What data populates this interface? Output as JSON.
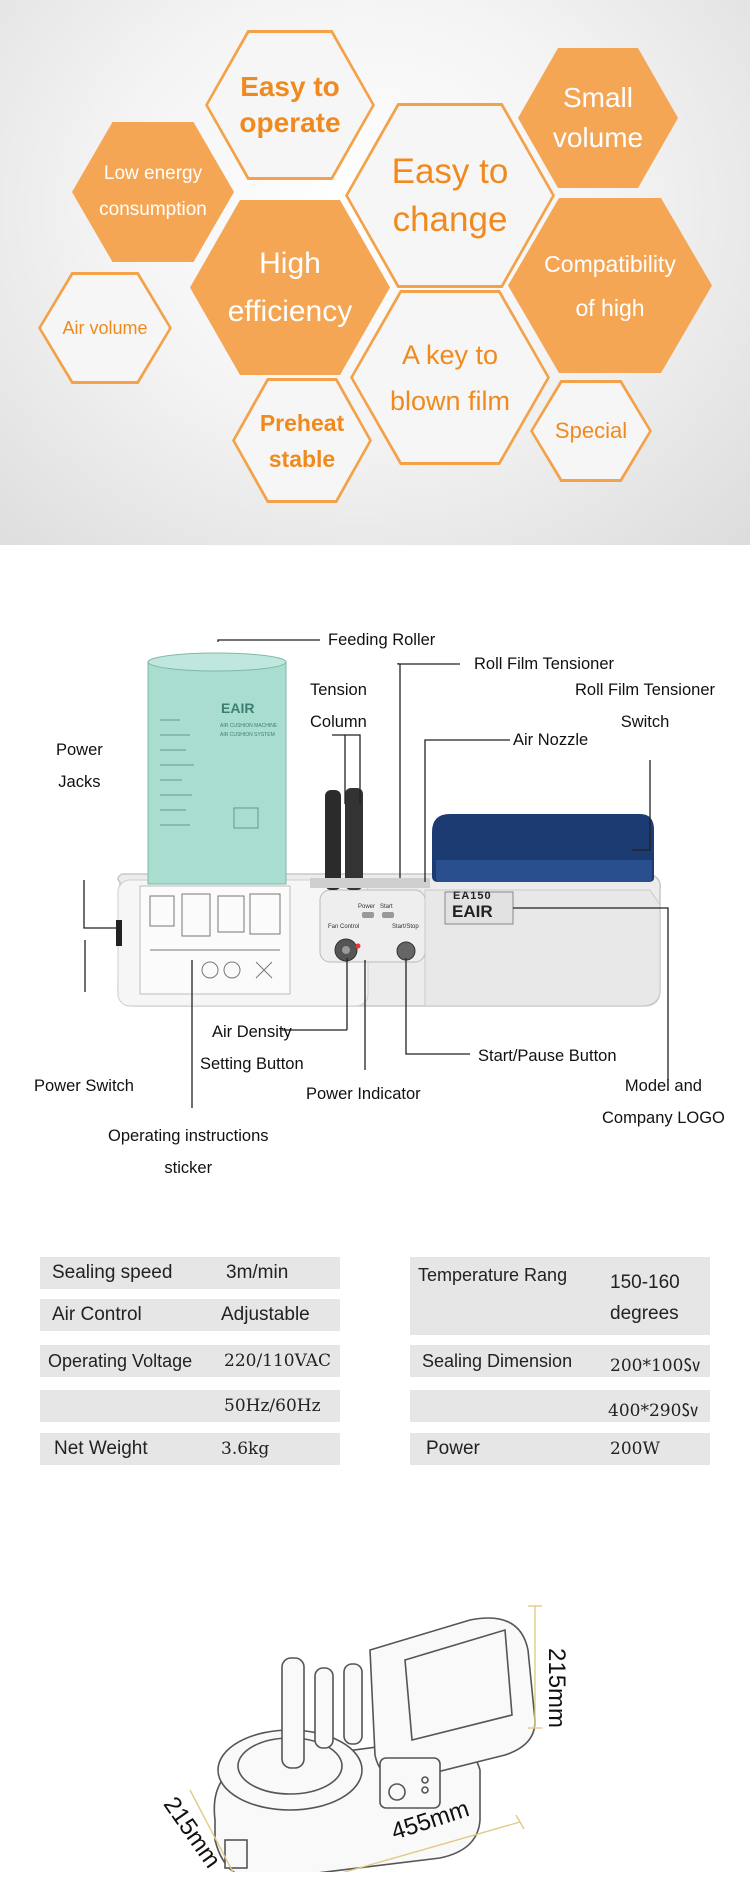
{
  "features": [
    {
      "id": "easy-operate",
      "text": "Easy to\noperate"
    },
    {
      "id": "small-volume",
      "text": "Small\nvolume"
    },
    {
      "id": "low-energy",
      "text": "Low energy\nconsumption"
    },
    {
      "id": "easy-change",
      "text": "Easy to\nchange"
    },
    {
      "id": "high-efficiency",
      "text": "High\nefficiency"
    },
    {
      "id": "compatibility",
      "text": "Compatibility\nof high"
    },
    {
      "id": "air-volume",
      "text": "Air volume"
    },
    {
      "id": "key-blown-film",
      "text": "A key to\nblown film"
    },
    {
      "id": "preheat",
      "text": "Preheat\nstable"
    },
    {
      "id": "special",
      "text": "Special"
    }
  ],
  "diagram": {
    "labels": {
      "feeding_roller": "Feeding Roller",
      "roll_film_tensioner": "Roll Film Tensioner",
      "tension_column": "Tension\nColumn",
      "roll_film_tensioner_switch": "Roll Film Tensioner\nSwitch",
      "power_jacks": "Power\nJacks",
      "air_nozzle": "Air Nozzle",
      "air_density": "Air Density\nSetting Button",
      "start_pause": "Start/Pause Button",
      "power_switch": "Power Switch",
      "power_indicator": "Power Indicator",
      "model_logo": "Model and\nCompany LOGO",
      "instructions": "Operating instructions\nsticker"
    },
    "machine": {
      "model": "EA150",
      "brand": "EAIR",
      "panel_fan": "Fan Control",
      "panel_power": "Power",
      "panel_start": "Start",
      "panel_startstop": "Start/Stop",
      "roll_text": "AIR CUSHION MACHINE\nAIR CUSHION SYSTEM"
    }
  },
  "specs": {
    "sealing_speed_label": "Sealing speed",
    "sealing_speed_value": "3m/min",
    "air_control_label": "Air Control",
    "air_control_value": "Adjustable",
    "operating_voltage_label": "Operating Voltage",
    "operating_voltage_value": "220/110VAC",
    "frequency_value": "50Hz/60Hz",
    "net_weight_label": "Net Weight",
    "net_weight_value": "3.6kg",
    "temperature_label": "Temperature Rang",
    "temperature_value": "150-160\ndegrees",
    "sealing_dimension_label": "Sealing Dimension",
    "sealing_dimension_value_1": "200*100㏜",
    "sealing_dimension_value_2": "400*290㏜",
    "power_label": "Power",
    "power_value": "200W"
  },
  "dimensions": {
    "height": "215mm",
    "depth": "215mm",
    "width": "455mm"
  },
  "colors": {
    "accent_orange": "#f5a655",
    "orange_text": "#f08a1e",
    "machine_blue": "#1d3b73",
    "roll_mint": "#a9ddd0",
    "table_grey": "#e6e6e6"
  }
}
